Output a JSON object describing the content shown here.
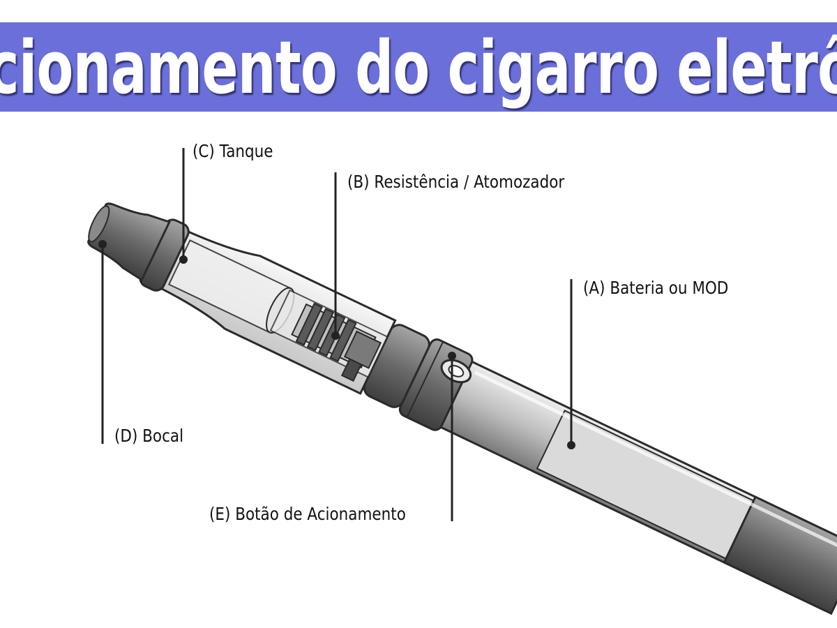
{
  "title": "cionamento do cigarro eletrôn",
  "colors": {
    "banner": "#6b6fd9",
    "title_text": "#ffffff",
    "outline": "#2a2a2a",
    "body_gray": "#b8b8b8",
    "dark_gray": "#6f6f6f",
    "glass": "#dcdcdc"
  },
  "labels": {
    "tank": "(C) Tanque",
    "coil": "(B) Resistência / Atomozador",
    "battery": "(A) Bateria ou MOD",
    "mouthpiece": "(D) Bocal",
    "button": "(E) Botão de Acionamento"
  }
}
